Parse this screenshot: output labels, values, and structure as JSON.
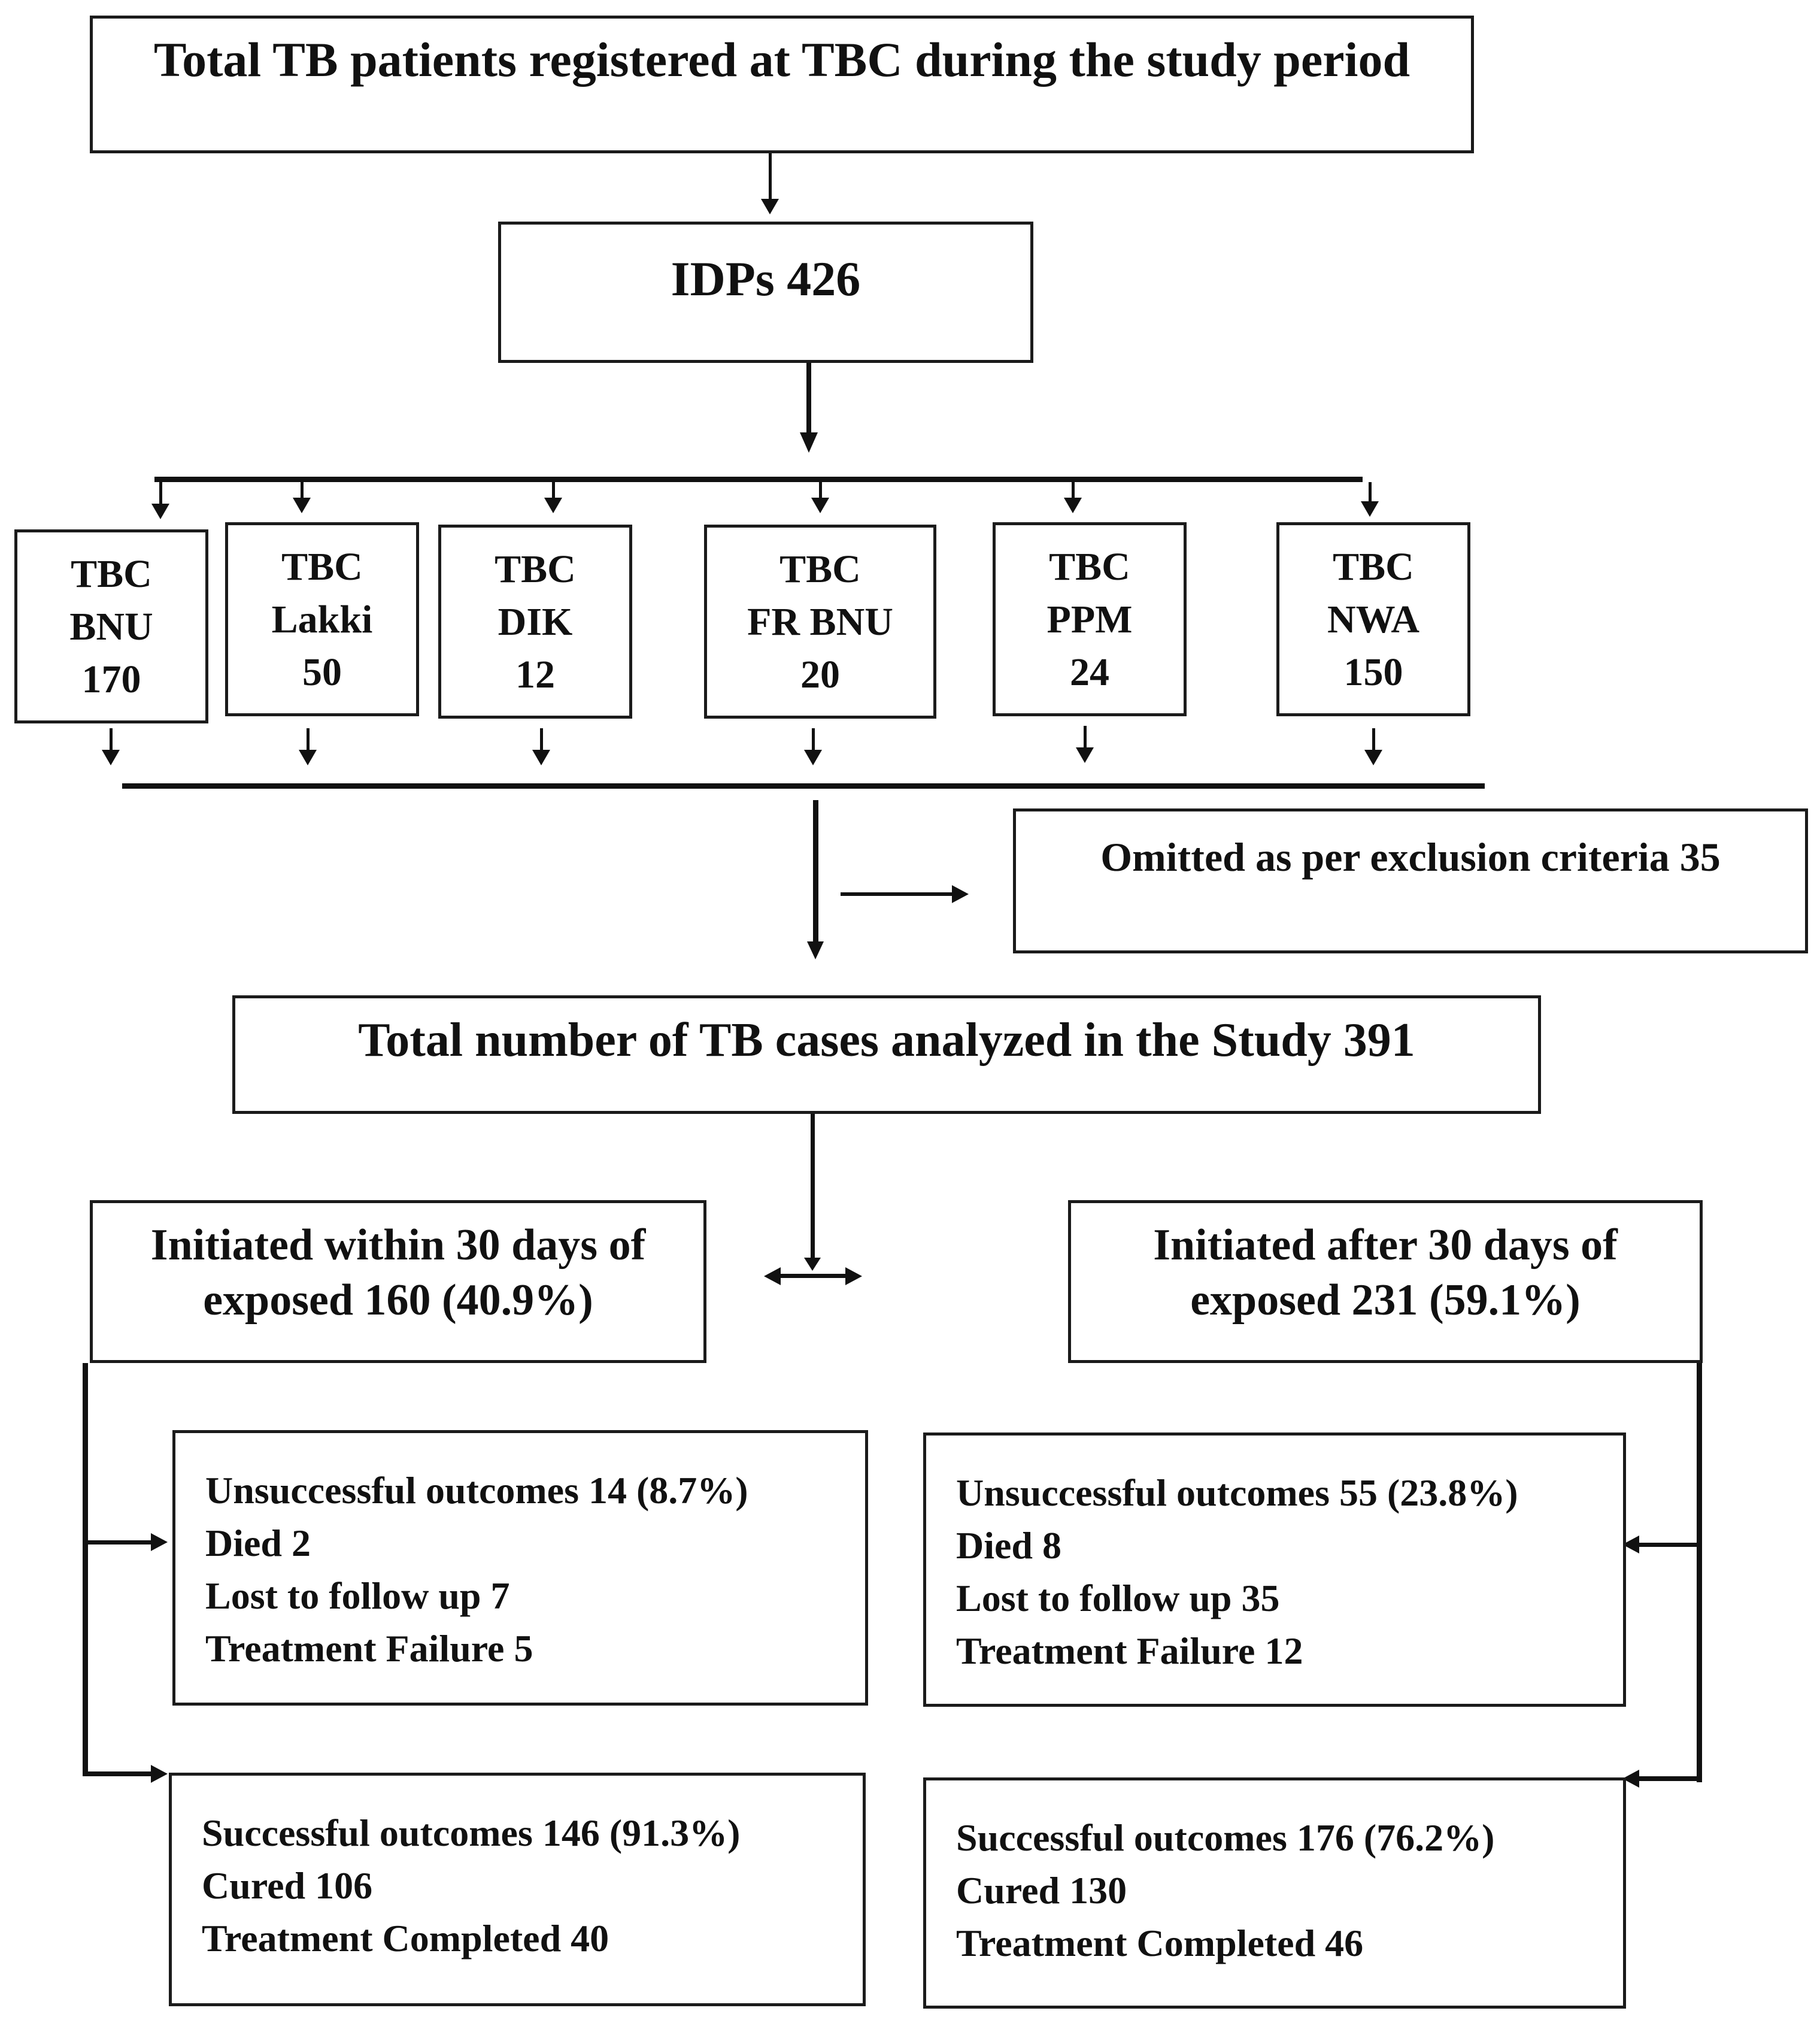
{
  "total_registered": "Total TB patients registered at TBC during the study period",
  "idps": "IDPs 426",
  "centres": [
    {
      "line1": "TBC",
      "line2": "BNU",
      "line3": "170"
    },
    {
      "line1": "TBC",
      "line2": "Lakki",
      "line3": "50"
    },
    {
      "line1": "TBC",
      "line2": "DIK",
      "line3": "12"
    },
    {
      "line1": "TBC",
      "line2": "FR BNU",
      "line3": "20"
    },
    {
      "line1": "TBC",
      "line2": "PPM",
      "line3": "24"
    },
    {
      "line1": "TBC",
      "line2": "NWA",
      "line3": "150"
    }
  ],
  "omitted": "Omitted as per exclusion criteria 35",
  "total_analyzed": "Total number of TB cases analyzed in the Study 391",
  "within": {
    "line1": "Initiated within 30 days of",
    "line2": "exposed 160 (40.9%)"
  },
  "after": {
    "line1": "Initiated after 30 days of",
    "line2": "exposed 231 (59.1%)"
  },
  "within_unsuccessful": [
    "Unsuccessful outcomes 14 (8.7%)",
    "Died 2",
    "Lost to follow up 7",
    "Treatment Failure 5"
  ],
  "within_successful": [
    "Successful outcomes 146 (91.3%)",
    "Cured 106",
    "Treatment Completed 40"
  ],
  "after_unsuccessful": [
    "Unsuccessful outcomes 55 (23.8%)",
    "Died 8",
    "Lost to follow up 35",
    "Treatment Failure 12"
  ],
  "after_successful": [
    "Successful outcomes 176 (76.2%)",
    "Cured 130",
    "Treatment Completed 46"
  ]
}
